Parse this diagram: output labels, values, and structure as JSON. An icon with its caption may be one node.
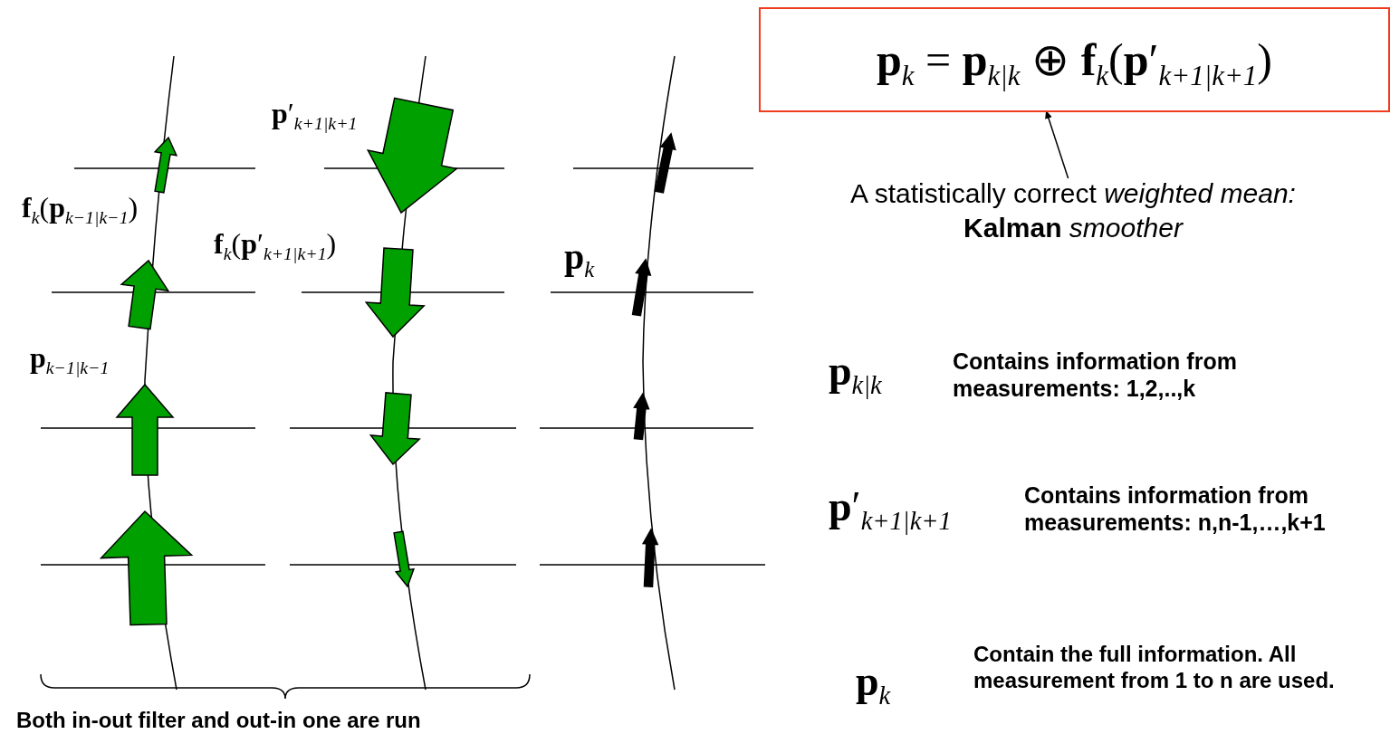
{
  "diagram": {
    "caption": "Both in-out filter and out-in one are run",
    "nodes": [
      {
        "text": [
          "**p**$_{k}$ = **p**$_{k|k}$ ⊕ **f**$_{k}$(**p**′$_{k+1|k+1}$)"
        ]
      },
      {
        "text": [
          "A statistically correct *weighted mean:* **Kalman** *smoother*"
        ]
      }
    ],
    "edges": [
      {
        "from": 1,
        "to": 0,
        "arrow": "to"
      }
    ],
    "labels": [
      "**p**′$_{k+1|k+1}$",
      "**f**$_{k}$(**p**$_{k−1|k−1}$)",
      "**f**$_{k}$(**p**′$_{k+1|k+1}$)",
      "**p**$_{k}$",
      "**p**$_{k−1|k−1}$",
      "**p**$_{k|k}$",
      "Contains information from measurements: 1,2,..,k",
      "**p**′$_{k+1|k+1}$",
      "Contains information from measurements: n,n-1,…,k+1",
      "**p**$_{k}$",
      "Contain the full information. All measurement from 1 to n are used."
    ]
  }
}
